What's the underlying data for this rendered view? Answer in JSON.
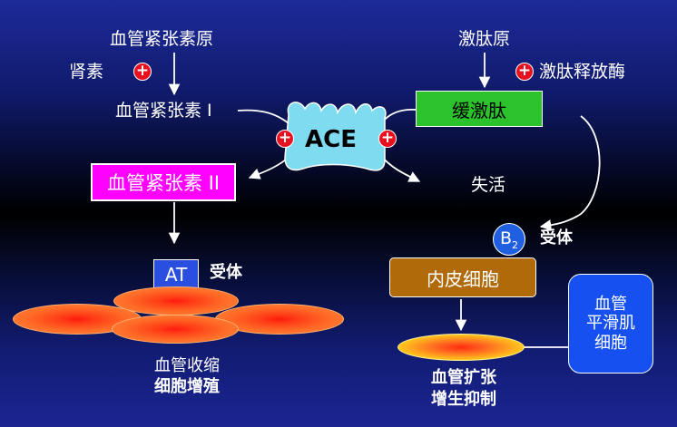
{
  "labels": {
    "angiotensinogen": "血管紧张素原",
    "renin": "肾素",
    "angiotensin1": "血管紧张素 I",
    "angiotensin2": "血管紧张素 II",
    "kininogen": "激肽原",
    "kallikrein": "激肽释放酶",
    "bradykinin": "缓激肽",
    "ace": "ACE",
    "inactive": "失活",
    "at": "AT",
    "at_receptor": "受体",
    "b2_base": "B",
    "b2_sub": "2",
    "b2_receptor": "受体",
    "endothelial": "内皮细胞",
    "smooth_muscle_line1": "血管",
    "smooth_muscle_line2": "平滑肌",
    "smooth_muscle_line3": "细胞",
    "left_outcome_line1": "血管收缩",
    "left_outcome_line2": "细胞增殖",
    "right_outcome_line1": "血管扩张",
    "right_outcome_line2": "增生抑制",
    "plus_sign": "+"
  },
  "colors": {
    "ace_fill": "#7fdcf0",
    "angiotensin2_fill": "#ff00ff",
    "bradykinin_fill": "#2cc22c",
    "endothelial_fill": "#b06a0a",
    "at_fill": "#2a4fe0",
    "b2_fill": "#2060e0",
    "smooth_muscle_fill": "#1650f0",
    "plus_fill": "#e8101e"
  }
}
